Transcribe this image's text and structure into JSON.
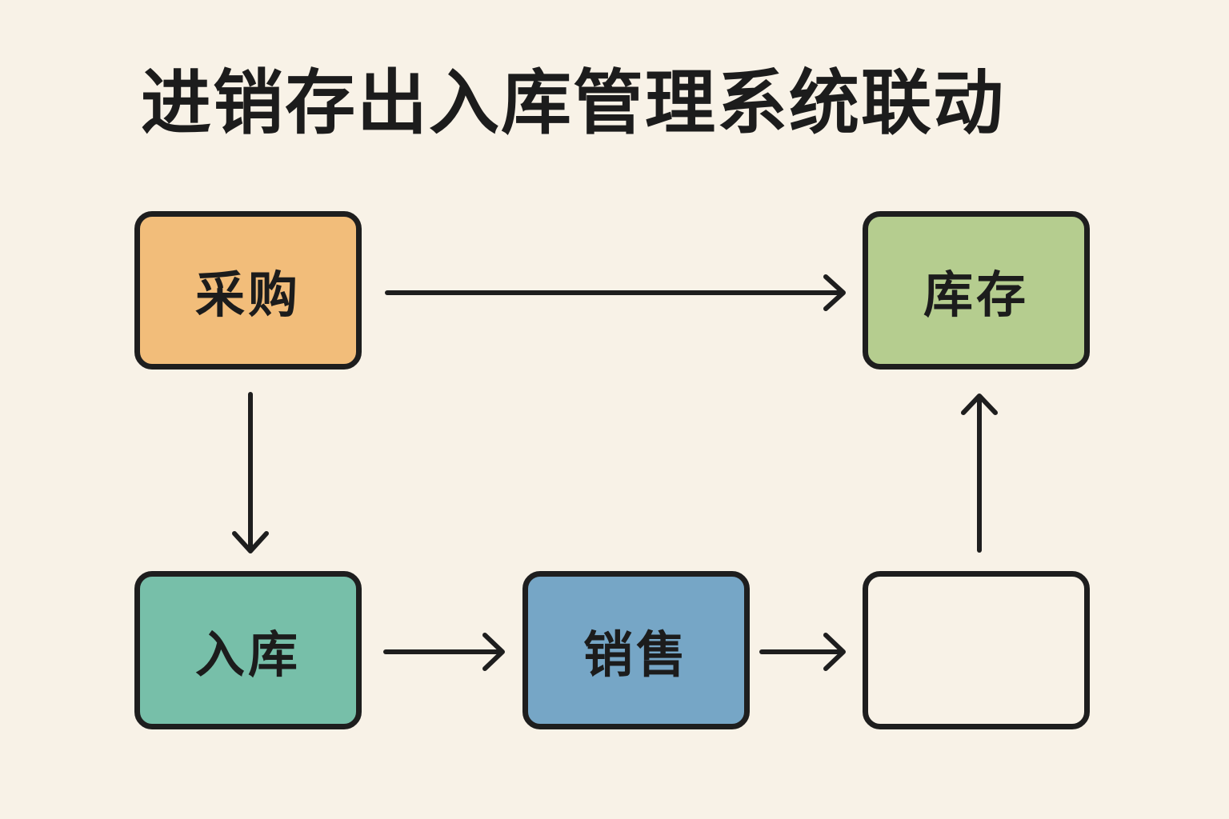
{
  "title": "进销存出入库管理系统联动",
  "nodes": {
    "purchase": {
      "label": "采购",
      "color": "#f2bd7a"
    },
    "inventory": {
      "label": "库存",
      "color": "#b5cd8f"
    },
    "inbound": {
      "label": "入库",
      "color": "#77bfa9"
    },
    "sales": {
      "label": "销售",
      "color": "#76a6c6"
    },
    "empty": {
      "label": "",
      "color": "#f8f2e7"
    }
  },
  "edges": [
    {
      "from": "采购",
      "to": "库存",
      "direction": "right"
    },
    {
      "from": "采购",
      "to": "入库",
      "direction": "down"
    },
    {
      "from": "入库",
      "to": "销售",
      "direction": "right"
    },
    {
      "from": "销售",
      "to": "(blank)",
      "direction": "right"
    },
    {
      "from": "(blank)",
      "to": "库存",
      "direction": "up"
    }
  ]
}
